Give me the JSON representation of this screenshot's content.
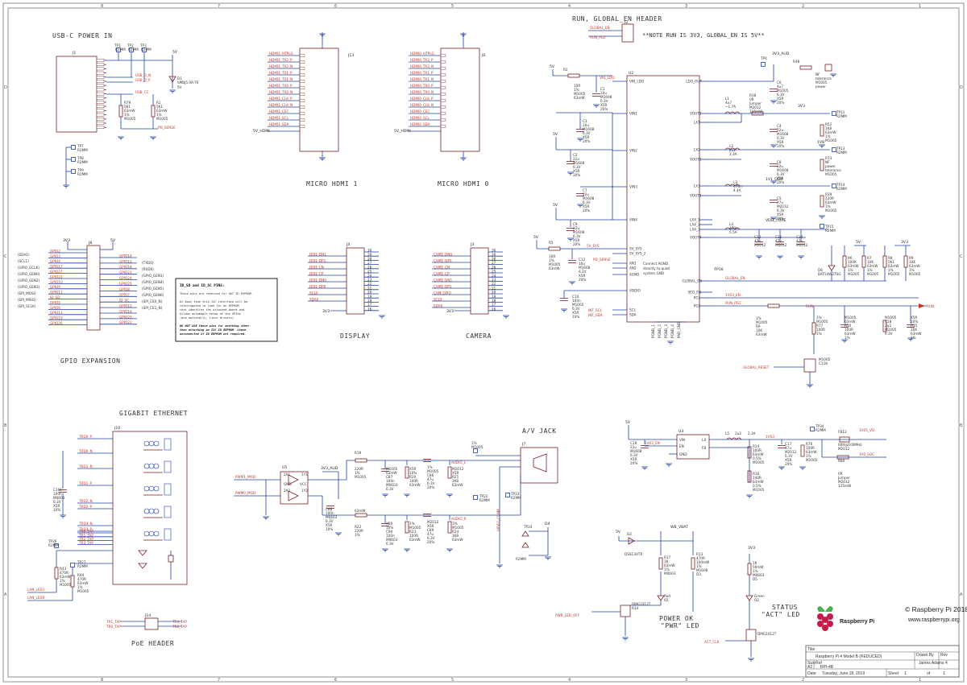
{
  "sections": {
    "usbc": "USB-C POWER IN",
    "hdmi1": "MICRO HDMI 1",
    "hdmi0": "MICRO HDMI 0",
    "run_header": "RUN, GLOBAL_EN HEADER",
    "run_note": "**NOTE RUN IS 3V3, GLOBAL_EN IS 5V**",
    "gpio": "GPIO EXPANSION",
    "display": "DISPLAY",
    "camera": "CAMERA",
    "ethernet": "GIGABIT ETHERNET",
    "av": "A/V JACK",
    "poe": "PoE HEADER",
    "pwr_led_1": "POWER OK",
    "pwr_led_2": "\"PWR\" LED",
    "act_led_1": "STATUS",
    "act_led_2": "\"ACT\" LED"
  },
  "id_box": {
    "title": "ID_SD and ID_SC PINS:",
    "line1": "These pins are reserved for HAT ID EEPROM.",
    "line2": "At boot time this I2C interface will be",
    "line3": "interrogated to look for an EEPROM",
    "line4": "that identifes the attached board and",
    "line5": "allows automagic setup of the GPIOs",
    "line6": "(and optionally, Linux drivers).",
    "line7": "DO NOT USE these pins for anything other",
    "line8": "than attaching an I2C ID EEPROM. Leave",
    "line9": "unconnected if ID EEPROM not required."
  },
  "pmic_note": {
    "line1": "Connect AGND",
    "line2": "directly to quiet",
    "line3": "system GND"
  },
  "chips": {
    "u2": "U2",
    "u2_pins_left": [
      "VIN_LDO",
      "VIN1",
      "VIN2",
      "VIN3",
      "VIN4",
      "5V_SYS",
      "5V_SYS_2",
      "AN1",
      "AN2",
      "AGND",
      "VDDIO",
      "SCL",
      "SDA"
    ],
    "u2_pins_right": [
      "LDO_OUT",
      "VOUT1",
      "LX1",
      "LX2",
      "VOUT2",
      "LX3",
      "VOUT3",
      "LX4_1",
      "LX4_2",
      "LX4_3",
      "VOUT4",
      "GLOBAL_EN",
      "SEQ_EN",
      "PG1",
      "PG2"
    ],
    "u2_name": "-TP16",
    "u5": "U5",
    "u3": "U3",
    "u3_pins": [
      "VIN",
      "EN",
      "GND",
      "LX",
      "FB"
    ],
    "j13": "J13",
    "j6": "J6",
    "j1": "J1",
    "j8": "J8",
    "j4": "J4",
    "j3": "J3",
    "j10": "J10",
    "j14": "J14",
    "j2": "J2",
    "j7": "J7"
  },
  "nets": {
    "usb": [
      "5V",
      "USB_D_N",
      "USB_D_P",
      "USB_CC",
      "PD_SENSE"
    ],
    "hdmi1": [
      "HDMI1_HTPLG",
      "HDMI1_TX2_P",
      "HDMI1_TX2_N",
      "HDMI1_TX1_P",
      "HDMI1_TX1_N",
      "HDMI1_TX0_P",
      "HDMI1_TX0_N",
      "HDMI1_CLK_P",
      "HDMI1_CLK_N",
      "HDMI1_CEC",
      "HDMI1_SCL",
      "HDMI1_SDA",
      "5V_HDMI"
    ],
    "hdmi0": [
      "HDMI0_HTPLG",
      "HDMI0_TX2_P",
      "HDMI0_TX2_N",
      "HDMI0_TX1_P",
      "HDMI0_TX1_N",
      "HDMI0_TX0_P",
      "HDMI0_TX0_N",
      "HDMI0_CLK_P",
      "HDMI0_CLK_N",
      "HDMI0_CEC",
      "HDMI0_SCL",
      "HDMI0_SDA",
      "5V_HDMI"
    ],
    "gpio_left": [
      "GPIO2",
      "GPIO3",
      "GPIO4",
      "GPIO17",
      "GPIO27",
      "GPIO22",
      "GPIO10",
      "GPIO9",
      "GPIO11",
      "ID_SD",
      "GPIO5",
      "GPIO6",
      "GPIO13",
      "GPIO19",
      "GPIO26"
    ],
    "gpio_right": [
      "GPIO14",
      "GPIO15",
      "GPIO18",
      "GPIO23",
      "GPIO24",
      "GPIO25",
      "GPIO8",
      "GPIO7",
      "ID_SC",
      "GPIO12",
      "GPIO16",
      "GPIO20",
      "GPIO21"
    ],
    "gpio_alt_left": [
      "(SDA1)",
      "(SCL1)",
      "(GPIO_GCLK)",
      "(GPIO_GEN0)",
      "(GPIO_GEN2)",
      "(GPIO_GEN3)",
      "(SPI_MOSI)",
      "(SPI_MISO)",
      "(SPI_SCLK)"
    ],
    "gpio_alt_right": [
      "(TXD0)",
      "(RXD0)",
      "(GPIO_GEN1)",
      "(GPIO_GEN4)",
      "(GPIO_GEN5)",
      "(GPIO_GEN6)",
      "(SPI_CE0_N)",
      "(SPI_CE1_N)"
    ],
    "display": [
      "DSI1_DN1",
      "DSI1_DP1",
      "DSI1_CN",
      "DSI1_CP",
      "DSI1_DN0",
      "DSI1_DP0",
      "SCL0",
      "SDA0",
      "3V3"
    ],
    "camera": [
      "CAM1_DN0",
      "CAM1_DP0",
      "CAM1_CN",
      "CAM1_CP",
      "CAM1_DN1",
      "CAM1_DP1",
      "CAM_GPIO",
      "SCL0",
      "SDA0",
      "3V3"
    ],
    "ethernet": [
      "TRD0_P",
      "TRD0_N",
      "TRD1_N",
      "TRD1_P",
      "TRD2_N",
      "TRD2_P",
      "TRD3_N",
      "TRD3_P",
      "TR0_TAP",
      "TR1_TAP",
      "TR2_TAP",
      "TR3_TAP",
      "LAN_LED1",
      "LAN_LED0"
    ],
    "audio": [
      "PWM1_MOD",
      "PWM0_MOD",
      "3V3_AUD",
      "AUDIO_L",
      "AUDIO_R",
      "VIDEO_COMP"
    ],
    "pmic": [
      "VAL_LDO",
      "5V",
      "3V3_AUD",
      "3V3",
      "1V8",
      "1V1_DDR",
      "VDD_CORE",
      "GLOBAL_EN",
      "RUN",
      "1V03_EN",
      "RUN_PG2",
      "INT_SCL",
      "INT_SDA",
      "5V_SYS",
      "PD_SENSE",
      "GLOBAL_RESET"
    ],
    "run": [
      "GLOBAL_EN",
      "RUN_PG2"
    ],
    "reg": [
      "5V",
      "1V03_EN",
      "1V03",
      "1V05_VLI",
      "1V0_SOC"
    ],
    "led": [
      "5V",
      "WB_VBAT",
      "PWR_LED_OFF",
      "3V3",
      "ACT_CLK"
    ],
    "poe": [
      "TR1_TAP",
      "TR0_TAP",
      "TR3_TAP",
      "TR2_TAP"
    ]
  },
  "parts": {
    "usb": [
      "TP1",
      "R2MM",
      "TP2",
      "R2MM",
      "TP3",
      "R2MM",
      "D1",
      "SMBJ5.0A-TR",
      "5V",
      "R79",
      "5K1",
      "63mW",
      "1%",
      "M1005",
      "R1",
      "5K1",
      "63mW",
      "1%",
      "M1005",
      "TP7",
      "R2MM",
      "TP8",
      "R2MM",
      "TP9",
      "R2MM"
    ],
    "pmic_left": [
      "R2",
      "10R",
      "1%",
      "M1005",
      "63mW",
      "C1",
      "10u",
      "M1608",
      "6.3V",
      "X5R",
      "20%",
      "C3",
      "10u",
      "M1608",
      "6.3V",
      "X5R",
      "20%",
      "C2",
      "22u",
      "M1608",
      "6.3V",
      "X5R",
      "20%",
      "C7",
      "22u",
      "M1608",
      "6.3V",
      "X5R",
      "20%",
      "C9",
      "22u",
      "M1608",
      "6.3V",
      "X5R",
      "20%",
      "R5",
      "10R",
      "1%",
      "M1005",
      "63mW",
      "C12",
      "10u",
      "M1608",
      "6.2V",
      "X5R",
      "20%",
      "C10",
      "100n",
      "M1005",
      "6.3V",
      "X5R",
      "10%"
    ],
    "pmic_right": [
      "R48",
      "NF",
      "tolerance",
      "M1005",
      "power",
      "TP4",
      "3V3_AUD",
      "C6",
      "4u7",
      "M1005",
      "6.3V",
      "X5R",
      "20%",
      "R38",
      "0R",
      "Jumper",
      "M2012",
      "125mW",
      "L1",
      "4u7",
      "~1.7A",
      "TP11",
      "R2MM",
      "C4",
      "22u",
      "M1608",
      "6.3V",
      "X5R",
      "20%",
      "R52",
      "1K8",
      "63mW",
      "1%",
      "M1005",
      "L2",
      "2u2",
      "2.3A",
      "TP13",
      "R2MM",
      "C8",
      "22u",
      "M1608",
      "6.3V",
      "X5R",
      "20%",
      "R73",
      "NF",
      "power",
      "tolerance",
      "M1005",
      "L3",
      "470n",
      "4.4A",
      "TP14",
      "R2MM",
      "C5",
      "47u",
      "M2012",
      "6.3V",
      "X5R",
      "20%",
      "R39",
      "220R",
      "63mW",
      "1%",
      "M1005",
      "L4",
      "470n",
      "5.5A",
      "TP15",
      "R2MM",
      "C10",
      "47u",
      "M2012",
      "C11",
      "47u",
      "M2012",
      "C14",
      "47u",
      "M2012"
    ],
    "pmic_bottom": [
      "D6",
      "BAT54W2TSG",
      "R6",
      "100K",
      "63mW",
      "1%",
      "M1005",
      "R7",
      "10K",
      "63mW",
      "1%",
      "M1005",
      "R8",
      "5K1",
      "63mW",
      "1%",
      "M1005",
      "R9",
      "10K",
      "63mW",
      "1%",
      "M1005",
      "R77",
      "100R",
      "1%",
      "M1005",
      "63mW",
      "R10",
      "100R",
      "63mW",
      "1%",
      "M1005",
      "C18",
      "2u2",
      "M1005",
      "6.3V",
      "X5R",
      "20%",
      "R15",
      "10K",
      "63mW",
      "1%",
      "M1005",
      "C118",
      "100n",
      "M0603",
      "6.3V",
      "X5R",
      "10%",
      "Q5",
      "DMG1012T"
    ],
    "reg": [
      "C19",
      "22u",
      "M1608",
      "6.3V",
      "X5R",
      "20%",
      "L5",
      "2u2",
      "2.3A",
      "R14",
      "100R",
      "63mW",
      "0.5%",
      "M1005",
      "R16",
      "140R",
      "63mW",
      "0.5%",
      "M1005",
      "C17",
      "47u",
      "M2012",
      "6.3V",
      "X5R",
      "20%",
      "R76",
      "100R",
      "63mW",
      "1%",
      "M1005",
      "TP34",
      "R2MM",
      "FB12",
      "60R@100MHz",
      "M2012",
      "R80",
      "0R",
      "Jumper",
      "M2012",
      "125mW"
    ],
    "audio": [
      "U5",
      "2A1",
      "2A2",
      "GND",
      "VCC",
      "1Y1",
      "1Y2",
      "C88",
      "100n",
      "M0603",
      "6.3V",
      "X5R",
      "10%",
      "R19",
      "220R",
      "1%",
      "M1005",
      "63mW",
      "R22",
      "220R",
      "1%",
      "M1005",
      "63mW",
      "C87",
      "100n",
      "M0603",
      "6.3V",
      "X5R",
      "10%",
      "C90",
      "100n",
      "M0603",
      "6.3V",
      "X5R",
      "10%",
      "R20",
      "100R",
      "63mW",
      "1%",
      "M1005",
      "R23",
      "100R",
      "63mW",
      "1%",
      "M1005",
      "C86",
      "47u",
      "6.3V",
      "20%",
      "M2012",
      "X5R",
      "C89",
      "47u",
      "6.3V",
      "20%",
      "M2012",
      "X5R",
      "R21",
      "1K8",
      "63mW",
      "1%",
      "M1005",
      "R24",
      "1K8",
      "63mW",
      "1%",
      "M1005",
      "TP22",
      "R2MM",
      "TP23",
      "R2MM",
      "TP24",
      "R2MM",
      "D4",
      "BAV99,215",
      "3V3"
    ],
    "eth": [
      "C101",
      "100n",
      "M0603",
      "6.3V",
      "X5R",
      "10%",
      "TP26",
      "R2MM",
      "R43",
      "470R",
      "63mW",
      "1%",
      "M1005",
      "TP27",
      "R2MM",
      "R44",
      "470R",
      "63mW",
      "1%",
      "M1005"
    ],
    "led": [
      "D2",
      "DSS13UTR",
      "R17",
      "1K",
      "63mW",
      "1%",
      "M0603",
      "R13",
      "470R",
      "100mW",
      "1%",
      "M1608",
      "D3",
      "Red",
      "Q1",
      "DMG1012T",
      "R34",
      "1K",
      "50mW",
      "1%",
      "M0603",
      "D5",
      "Green",
      "Q2",
      "DMG1012T"
    ]
  },
  "title_block": {
    "copyright": "© Raspberry Pi 2018",
    "website": "www.raspberrypi.org",
    "logo": "Raspberry Pi",
    "title_label": "Title",
    "title": "Raspberry Pi 4 Model B (REDUCED)",
    "size_label": "Size",
    "size": "A2",
    "ref_label": "Ref",
    "ref": "RPI-4B",
    "drawn_label": "Drawn By",
    "drawn": "James Adams",
    "rev_label": "Rev",
    "rev": "4",
    "date_label": "Date",
    "date": "Tuesday, June 18, 2019",
    "sheet_label": "Sheet",
    "sheet": "1",
    "of_label": "of",
    "of": "1"
  },
  "border": {
    "cols": [
      "8",
      "7",
      "6",
      "5",
      "4",
      "3",
      "2",
      "1"
    ],
    "rows": [
      "D",
      "C",
      "B",
      "A"
    ]
  },
  "colors": {
    "wire": "#1b3fa8",
    "net": "#c0392b",
    "part": "#7a1f1f",
    "frame": "#777777"
  }
}
